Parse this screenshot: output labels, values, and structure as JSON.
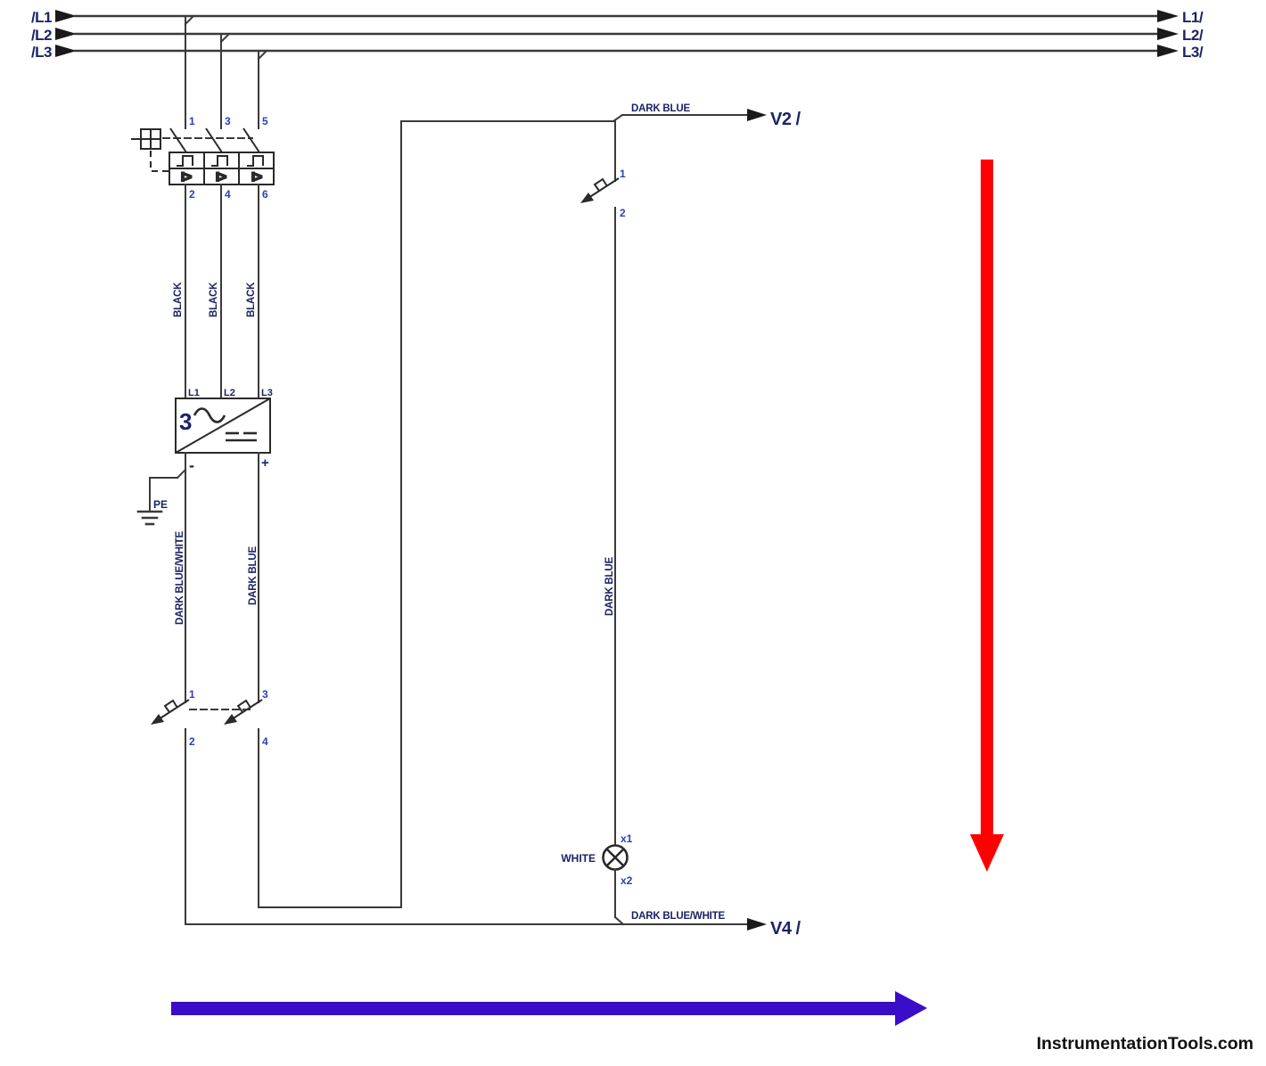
{
  "rails": [
    {
      "left": "/L1",
      "right": "L1/"
    },
    {
      "left": "/L2",
      "right": "L2/"
    },
    {
      "left": "/L3",
      "right": "L3/"
    }
  ],
  "motor_breaker": {
    "top_terminals": [
      "1",
      "3",
      "5"
    ],
    "bottom_terminals": [
      "2",
      "4",
      "6"
    ],
    "overcurrent_labels": [
      "I>",
      "I>",
      "I>"
    ]
  },
  "phase_wire_labels": [
    "BLACK",
    "BLACK",
    "BLACK"
  ],
  "power_supply": {
    "input_terminals": [
      "L1",
      "L2",
      "L3"
    ],
    "phase_label": "3",
    "minus_label": "-",
    "plus_label": "+"
  },
  "earth": {
    "label": "PE"
  },
  "dc_wires": {
    "minus_wire_label": "DARK BLUE/WHITE",
    "plus_wire_label": "DARK BLUE"
  },
  "dc_breaker": {
    "terminals": [
      "1",
      "2",
      "3",
      "4"
    ]
  },
  "branch": {
    "wire_label": "DARK BLUE",
    "breaker_terminals": [
      "1",
      "2"
    ]
  },
  "lamp": {
    "color_label": "WHITE",
    "terminals": [
      "x1",
      "x2"
    ]
  },
  "v2_output": {
    "wire_label": "DARK BLUE",
    "label": "V2 /"
  },
  "v4_output": {
    "wire_label": "DARK BLUE/WHITE",
    "label": "V4 /"
  },
  "watermark": "InstrumentationTools.com",
  "colors": {
    "wire": "#3a3a3a",
    "label_navy": "#1c2366",
    "terminal_blue": "#2b3fbf",
    "red_arrow": "#fd0000",
    "blue_arrow": "#3a0dc9"
  }
}
